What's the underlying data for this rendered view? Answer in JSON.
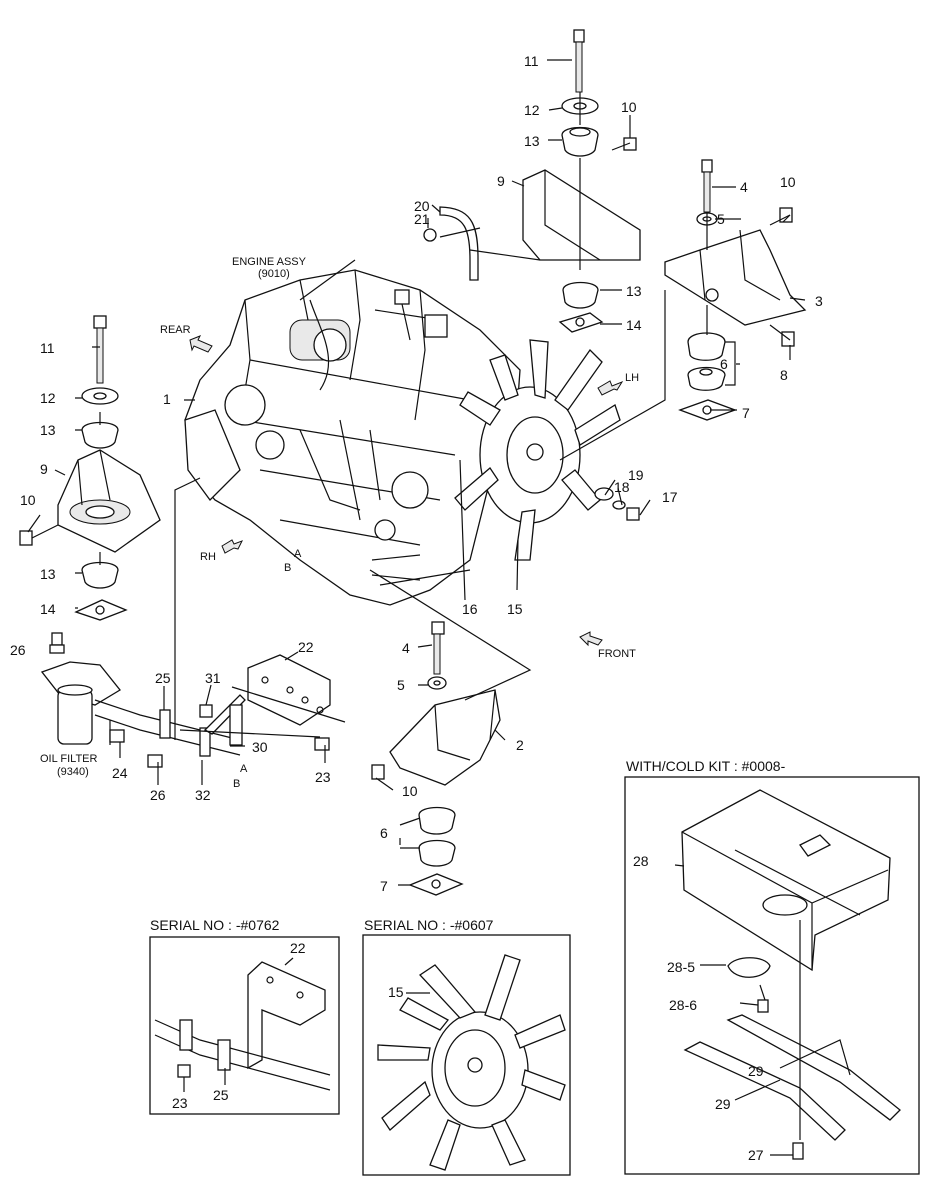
{
  "labels": {
    "engine_assy": "ENGINE ASSY",
    "engine_assy_code": "(9010)",
    "rear": "REAR",
    "lh": "LH",
    "rh": "RH",
    "front": "FRONT",
    "oil_filter": "OIL FILTER",
    "oil_filter_code": "(9340)",
    "a": "A",
    "b": "B",
    "a2": "A",
    "b2": "B"
  },
  "insets": {
    "cold_kit": "WITH/COLD KIT : #0008-",
    "serial_0762": "SERIAL NO : -#0762",
    "serial_0607": "SERIAL NO : -#0607"
  },
  "callouts": [
    "11",
    "12",
    "13",
    "10",
    "9",
    "20",
    "21",
    "4",
    "10",
    "5",
    "3",
    "13",
    "14",
    "6",
    "8",
    "LH_SKIP",
    "7",
    "11",
    "12",
    "1",
    "13",
    "9",
    "10",
    "13",
    "14",
    "19",
    "18",
    "17",
    "16",
    "15",
    "26",
    "4",
    "5",
    "22",
    "25",
    "31",
    "30",
    "24",
    "23",
    "26",
    "32",
    "2",
    "10",
    "6",
    "7",
    "28",
    "28-5",
    "28-6",
    "29",
    "29",
    "27",
    "22",
    "23",
    "25",
    "15"
  ]
}
